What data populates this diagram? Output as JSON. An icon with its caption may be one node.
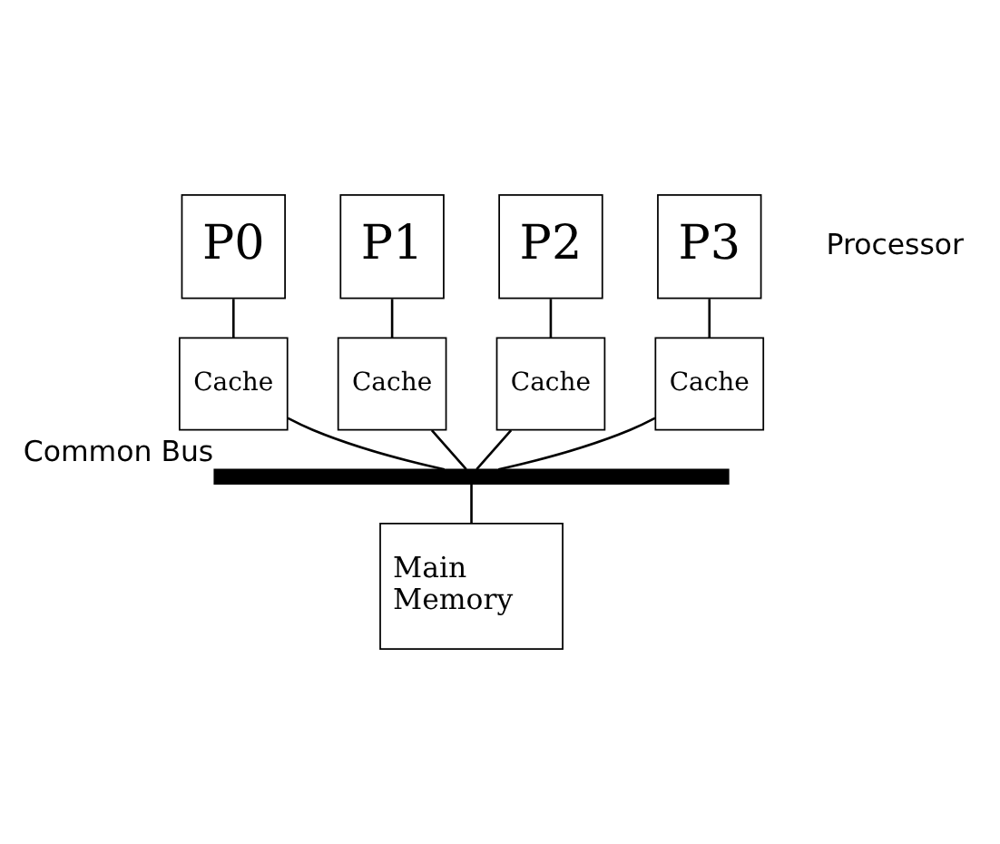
{
  "diagram": {
    "nodes": [
      {
        "text": [
          "P0"
        ]
      },
      {
        "text": [
          "P1"
        ]
      },
      {
        "text": [
          "P2"
        ]
      },
      {
        "text": [
          "P3"
        ]
      },
      {
        "text": [
          "Cache"
        ]
      },
      {
        "text": [
          "Cache"
        ]
      },
      {
        "text": [
          "Cache"
        ]
      },
      {
        "text": [
          "Cache"
        ]
      },
      {
        "text": [],
        "shape": "bar",
        "beside": [
          "Common Bus"
        ]
      },
      {
        "text": [
          "Main Memory"
        ]
      }
    ],
    "edges": [
      {
        "from": 0,
        "to": 4,
        "arrow": "none"
      },
      {
        "from": 1,
        "to": 5,
        "arrow": "none"
      },
      {
        "from": 2,
        "to": 6,
        "arrow": "none"
      },
      {
        "from": 3,
        "to": 7,
        "arrow": "none"
      },
      {
        "from": 4,
        "to": 8,
        "arrow": "none"
      },
      {
        "from": 5,
        "to": 8,
        "arrow": "none"
      },
      {
        "from": 6,
        "to": 8,
        "arrow": "none"
      },
      {
        "from": 7,
        "to": 8,
        "arrow": "none"
      },
      {
        "from": 8,
        "to": 9,
        "arrow": "none"
      }
    ],
    "labels": [
      "Processor"
    ]
  }
}
